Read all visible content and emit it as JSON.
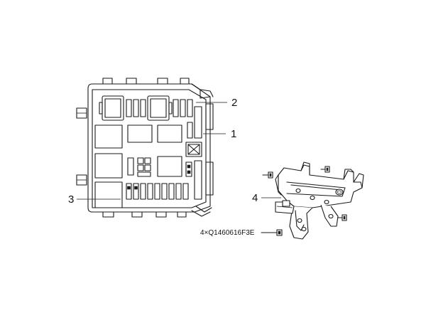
{
  "diagram": {
    "callouts": [
      {
        "id": "1",
        "label": "1"
      },
      {
        "id": "2",
        "label": "2"
      },
      {
        "id": "3",
        "label": "3"
      },
      {
        "id": "4",
        "label": "4"
      }
    ],
    "bolt_part_number": "4×Q1460616F3E",
    "colors": {
      "line": "#1a1a1a",
      "background": "#ffffff"
    }
  }
}
